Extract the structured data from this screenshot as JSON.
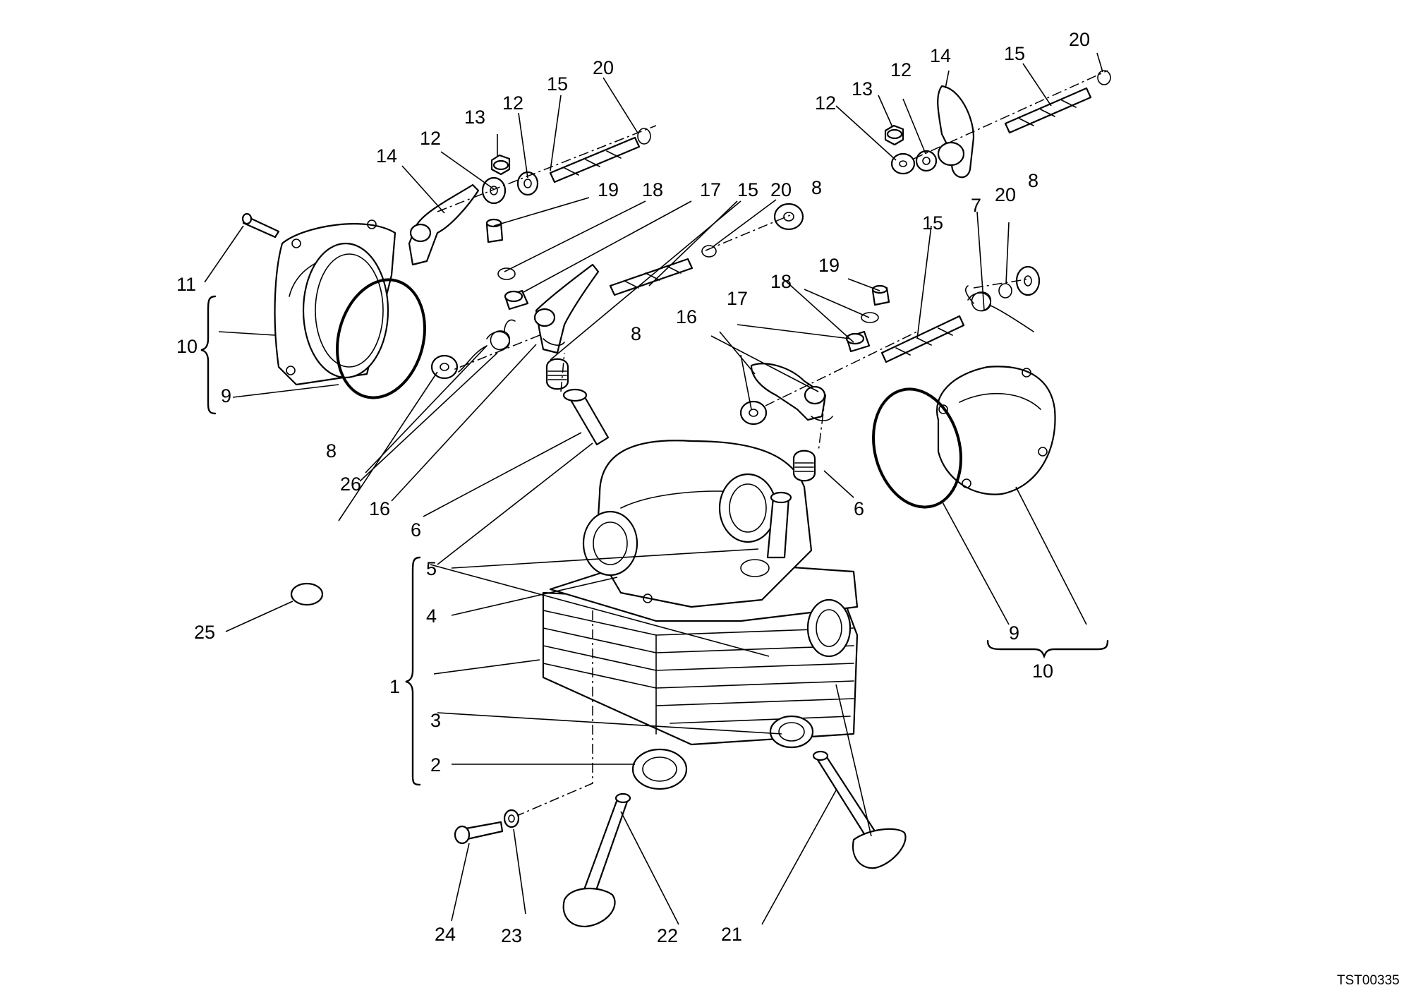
{
  "drawing_code": "TST00335",
  "callouts": {
    "c1": "1",
    "c2": "2",
    "c3": "3",
    "c4": "4",
    "c5": "5",
    "c6a": "6",
    "c6b": "6",
    "c7": "7",
    "c8a": "8",
    "c8b": "8",
    "c8c": "8",
    "c8d": "8",
    "c9a": "9",
    "c9b": "9",
    "c10a": "10",
    "c10b": "10",
    "c11": "11",
    "c12a": "12",
    "c12b": "12",
    "c12c": "12",
    "c12d": "12",
    "c13a": "13",
    "c13b": "13",
    "c14a": "14",
    "c14b": "14",
    "c15a": "15",
    "c15b": "15",
    "c15c": "15",
    "c15d": "15",
    "c16a": "16",
    "c16b": "16",
    "c17a": "17",
    "c17b": "17",
    "c18a": "18",
    "c18b": "18",
    "c19a": "19",
    "c19b": "19",
    "c20a": "20",
    "c20b": "20",
    "c20c": "20",
    "c20d": "20",
    "c21": "21",
    "c22": "22",
    "c23": "23",
    "c24": "24",
    "c25": "25",
    "c26": "26"
  }
}
